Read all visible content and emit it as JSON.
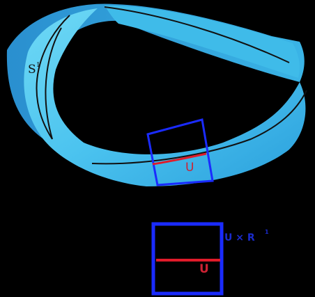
{
  "labels": {
    "circle_base": "S",
    "circle_exponent": "1",
    "open_set": "U",
    "open_set_lower": "U",
    "product_base": "U × R",
    "product_exponent": "1"
  },
  "colors": {
    "background": "#000000",
    "band_light": "#5ad0f0",
    "band_dark": "#1f8fd0",
    "core_curve": "#111111",
    "chart_square": "#1a2bff",
    "open_set_segment": "#e01b2a"
  }
}
